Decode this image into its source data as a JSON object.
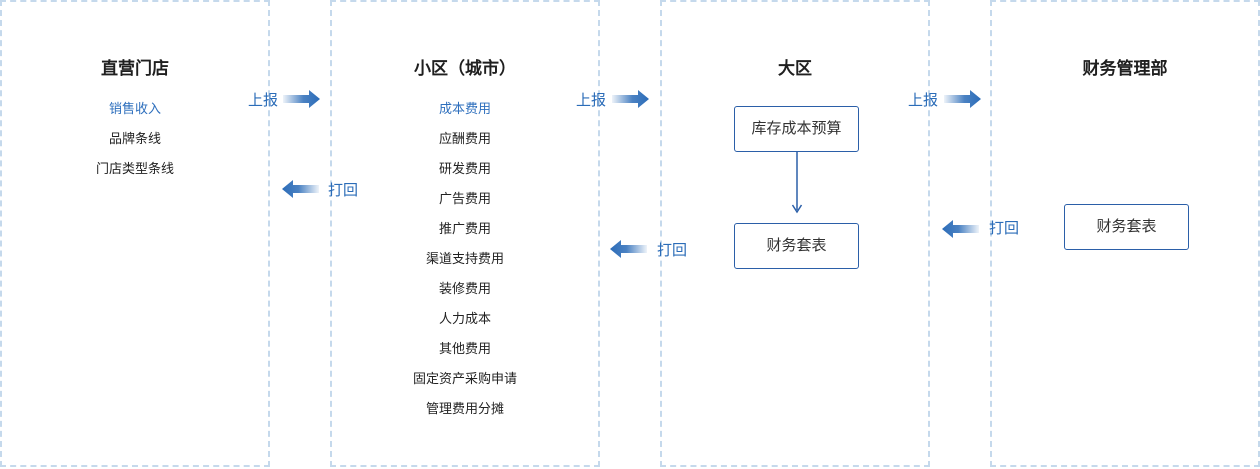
{
  "columns": [
    {
      "title": "直营门店",
      "items": [
        {
          "label": "销售收入",
          "highlight": true
        },
        {
          "label": "品牌条线",
          "highlight": false
        },
        {
          "label": "门店类型条线",
          "highlight": false
        }
      ]
    },
    {
      "title": "小区（城市）",
      "items": [
        {
          "label": "成本费用",
          "highlight": true
        },
        {
          "label": "应酬费用",
          "highlight": false
        },
        {
          "label": "研发费用",
          "highlight": false
        },
        {
          "label": "广告费用",
          "highlight": false
        },
        {
          "label": "推广费用",
          "highlight": false
        },
        {
          "label": "渠道支持费用",
          "highlight": false
        },
        {
          "label": "装修费用",
          "highlight": false
        },
        {
          "label": "人力成本",
          "highlight": false
        },
        {
          "label": "其他费用",
          "highlight": false
        },
        {
          "label": "固定资产采购申请",
          "highlight": false
        },
        {
          "label": "管理费用分摊",
          "highlight": false
        }
      ]
    },
    {
      "title": "大区",
      "boxes": [
        "库存成本预算",
        "财务套表"
      ]
    },
    {
      "title": "财务管理部",
      "boxes": [
        "财务套表"
      ]
    }
  ],
  "flows": {
    "report_label": "上报",
    "return_label": "打回"
  },
  "colors": {
    "accent": "#2e6fbd",
    "arrow": "#2b6cb8",
    "border_dashed": "#c5d9ec",
    "box_border": "#2b5fa8"
  }
}
